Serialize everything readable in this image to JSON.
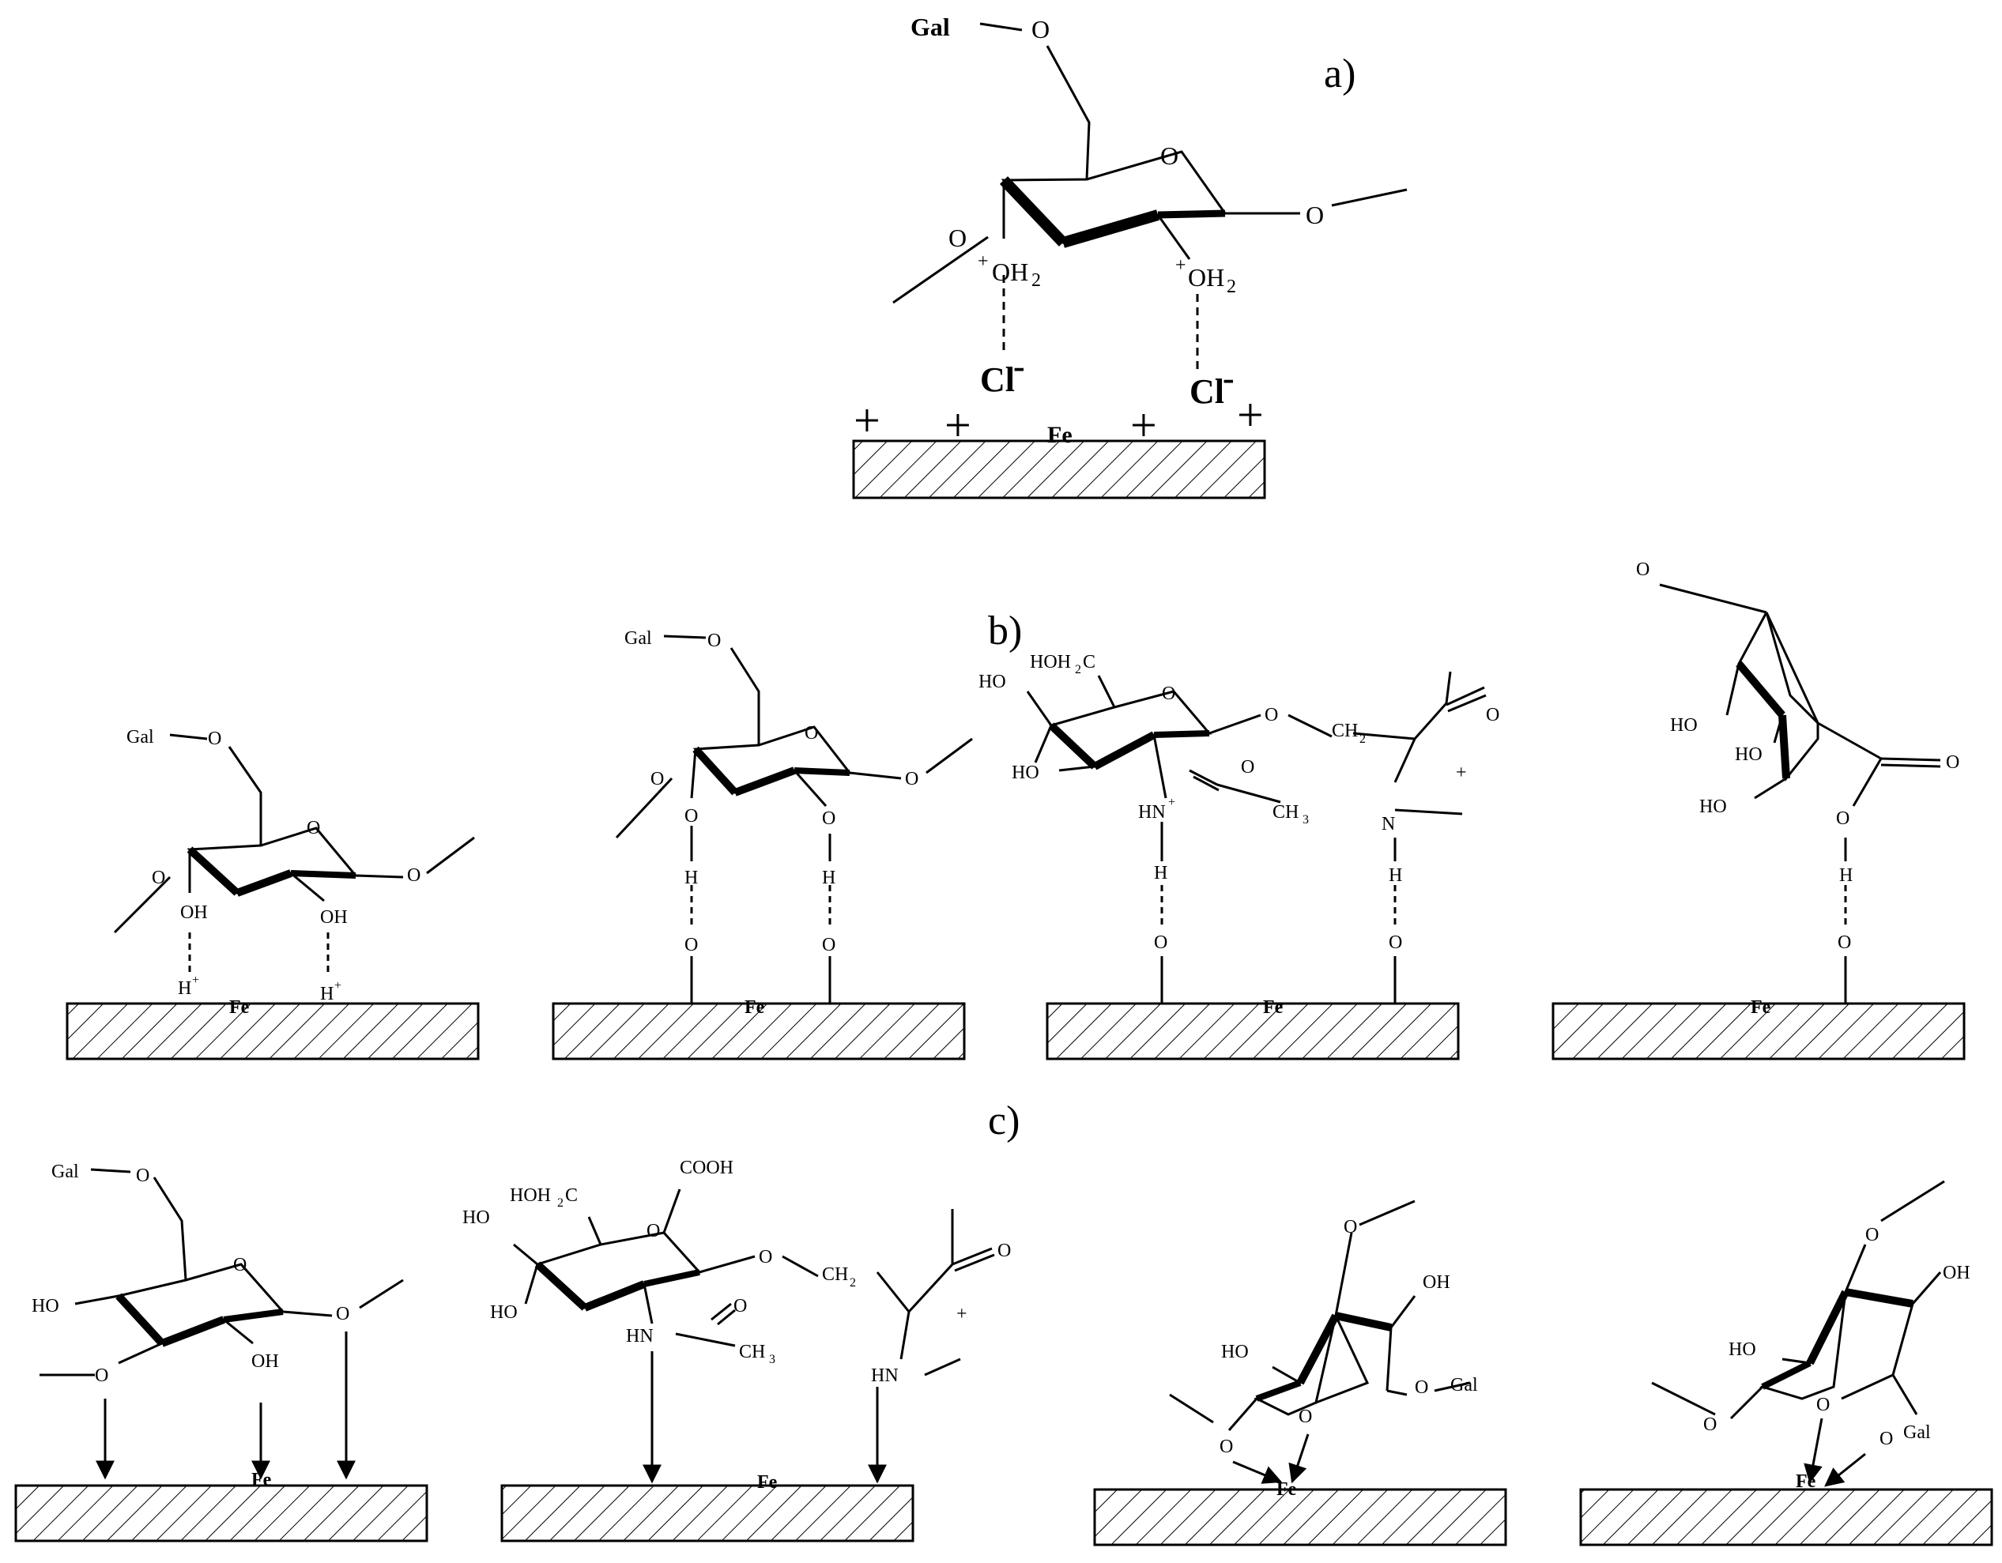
{
  "sections": {
    "a": "a)",
    "b": "b)",
    "c": "c)"
  },
  "labels": {
    "gal": "Gal",
    "o": "O",
    "oh": "OH",
    "ho": "HO",
    "h": "H",
    "hplus": "H",
    "plus_sup": "+",
    "oh2": "OH",
    "two": "2",
    "cl": "Cl",
    "minus": "-",
    "fe": "Fe",
    "plus": "+",
    "hoh2c": "HOH",
    "c": "C",
    "ch2": "CH",
    "ch3": "CH",
    "three": "3",
    "hn": "HN",
    "n": "N",
    "cooh": "COOH",
    "lone_pair": ":"
  }
}
